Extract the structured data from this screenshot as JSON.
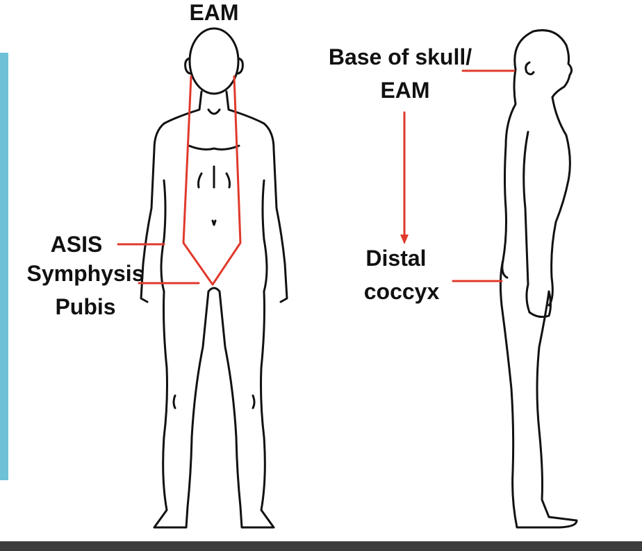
{
  "colors": {
    "accent_bar": "#6ec1d6",
    "bottom_bar": "#3d3d3d",
    "annotation_red": "#e0392b",
    "outline": "#111111"
  },
  "labels": {
    "front_top": "EAM",
    "asis": "ASIS",
    "symphysis_line1": "Symphysis",
    "symphysis_line2": "Pubis",
    "side_top_line1": "Base of skull/",
    "side_top_line2": "EAM",
    "side_bottom_line1": "Distal",
    "side_bottom_line2": "coccyx"
  },
  "figures": {
    "front": "front-body-outline",
    "side": "side-body-outline"
  }
}
